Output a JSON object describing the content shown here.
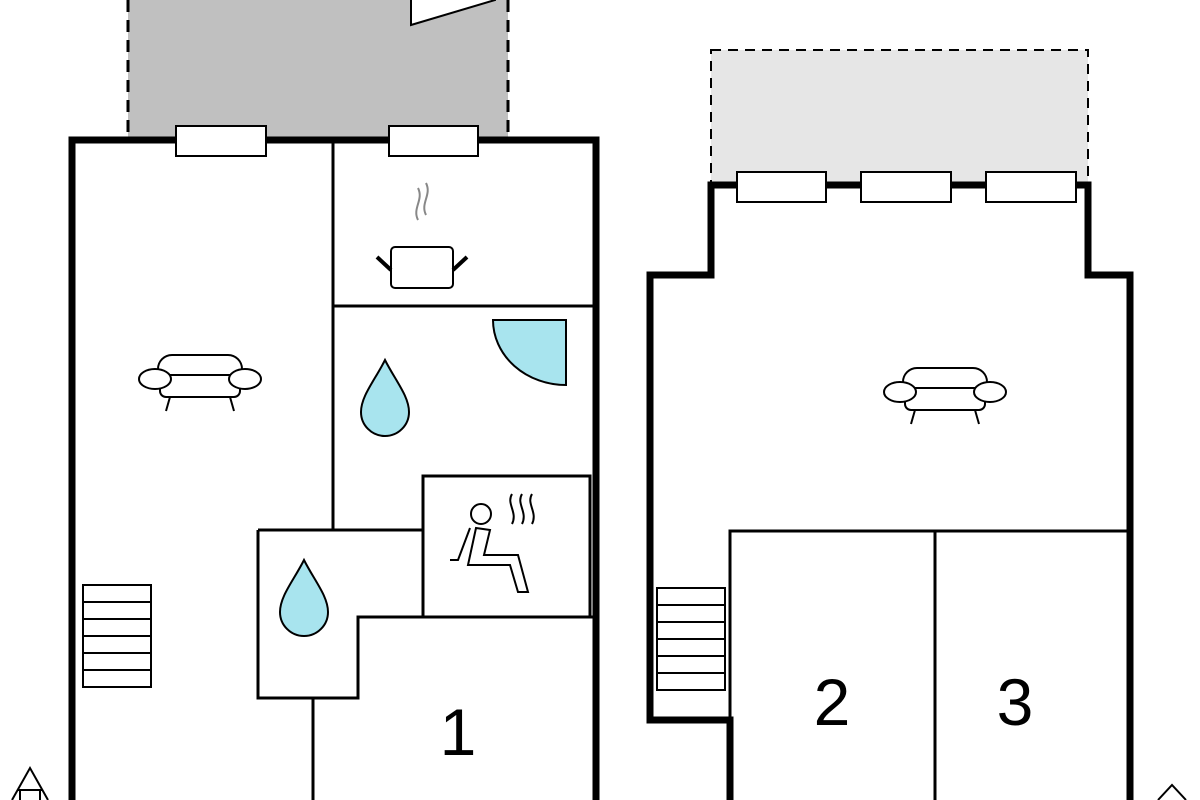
{
  "rooms": {
    "bedroom_1": "1",
    "bedroom_2": "2",
    "bedroom_3": "3"
  },
  "colors": {
    "terrace_dark": "#c0c0c0",
    "terrace_light": "#e6e6e6",
    "water": "#a8e4ee"
  }
}
